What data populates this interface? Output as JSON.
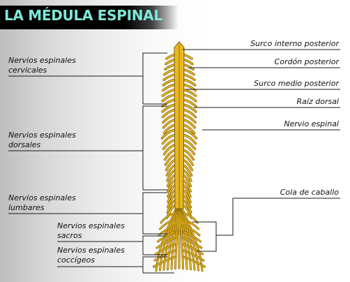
{
  "title": "LA MÉDULA ESPINAL",
  "labels_left": [
    {
      "line1": "Nervios espinales",
      "line2": "cervicales"
    },
    {
      "line1": "Nervios espinales",
      "line2": "dorsales"
    },
    {
      "line1": "Nervios espinales",
      "line2": "lumbares"
    },
    {
      "line1": "Nervios espinales",
      "line2": "sacros"
    },
    {
      "line1": "Nervios espinales",
      "line2": "coccígeos"
    }
  ],
  "labels_right": [
    "Surco interno posterior",
    "Cordón posterior",
    "Surco medio posterior",
    "Raíz dorsal",
    "Nervio espinal",
    "Cola de caballo"
  ],
  "colors": {
    "title_text": "#7de8d8",
    "cord_fill": "#e8b820",
    "cord_stroke": "#7a5a08"
  }
}
